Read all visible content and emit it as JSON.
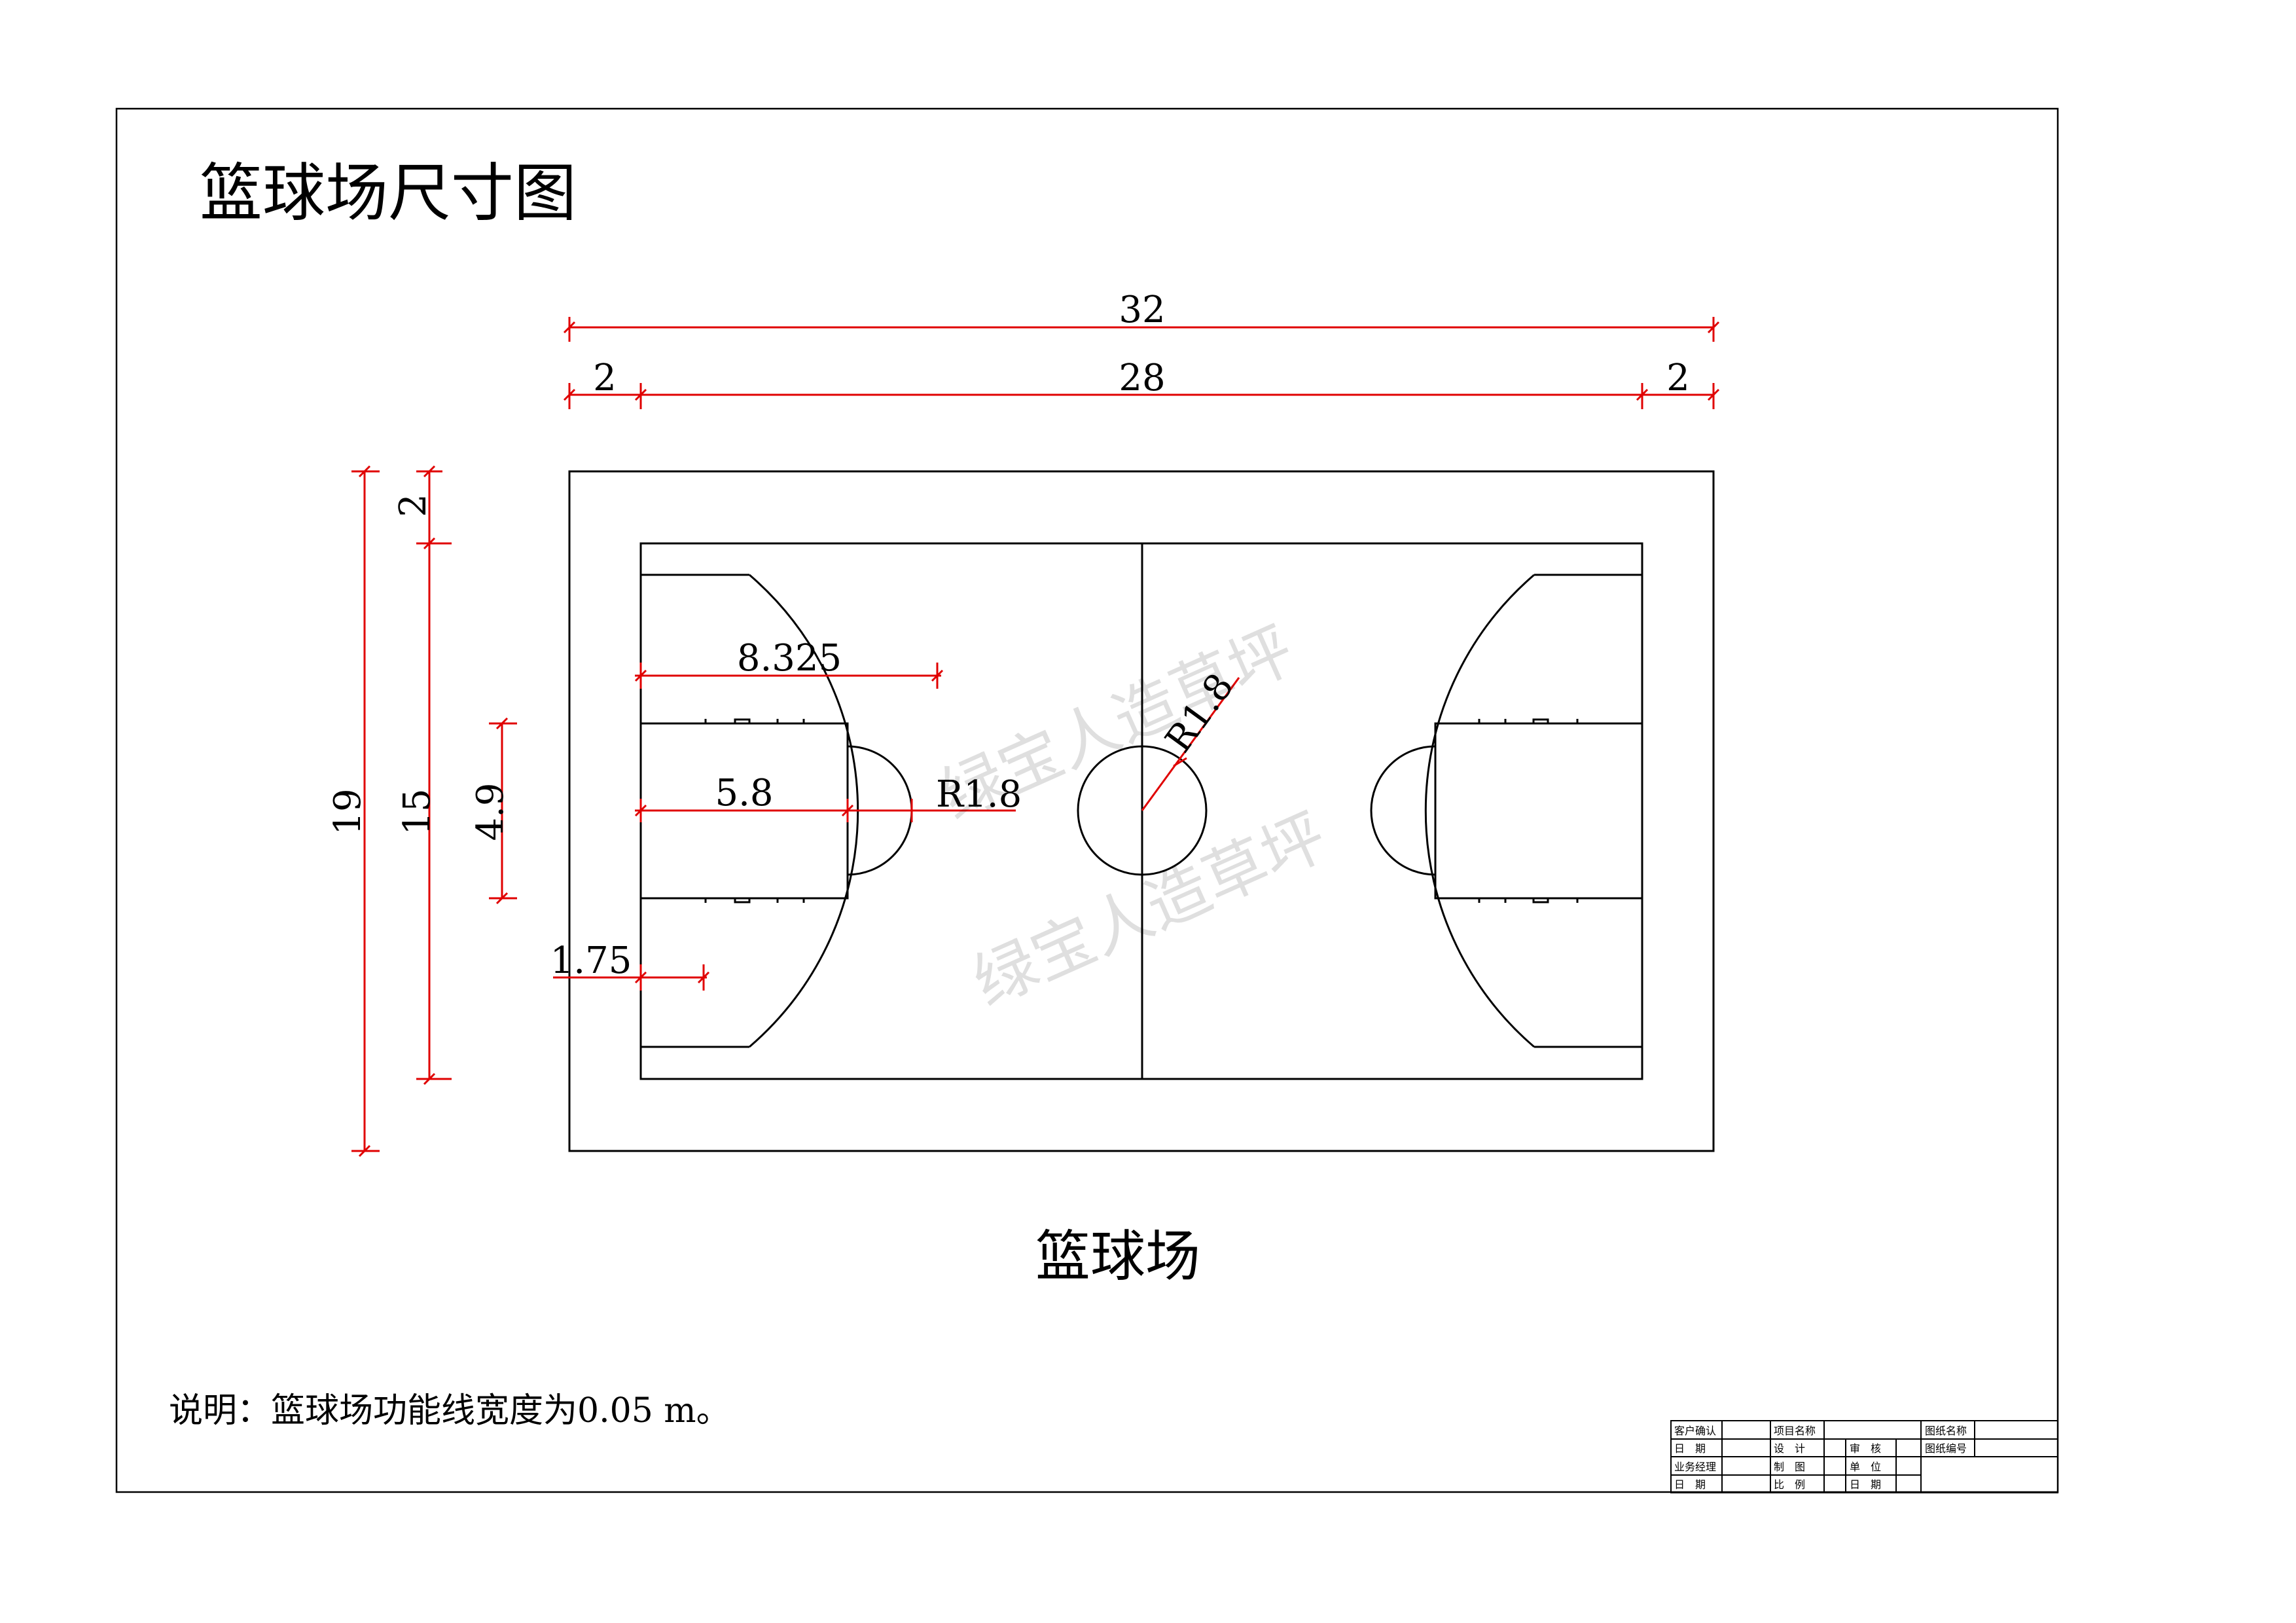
{
  "title": "篮球场尺寸图",
  "court_caption": "篮球场",
  "note": "说明：篮球场功能线宽度为0.05 m。",
  "watermark": "绿宝人造草坪",
  "dimensions": {
    "overall_length": "32",
    "playing_length": "28",
    "margin_left": "2",
    "margin_right": "2",
    "overall_width": "19",
    "playing_width": "15",
    "margin_top": "2",
    "lane_width": "4.9",
    "three_point_distance": "8.325",
    "free_throw_distance": "5.8",
    "free_throw_circle_radius": "R1.8",
    "center_circle_radius": "R1.8",
    "corner_offset": "1.75"
  },
  "title_block": {
    "customer_confirm": "客户确认",
    "date_1": "日　期",
    "business_manager": "业务经理",
    "date_2": "日　期",
    "project_name": "项目名称",
    "design": "设　计",
    "drawing": "制　图",
    "scale": "比　例",
    "review": "审　核",
    "unit": "单　位",
    "date_3": "日　期",
    "drawing_name": "图纸名称",
    "drawing_number": "图纸编号"
  },
  "colors": {
    "court_line": "#000000",
    "dimension_line": "#e00000",
    "background": "#ffffff"
  }
}
